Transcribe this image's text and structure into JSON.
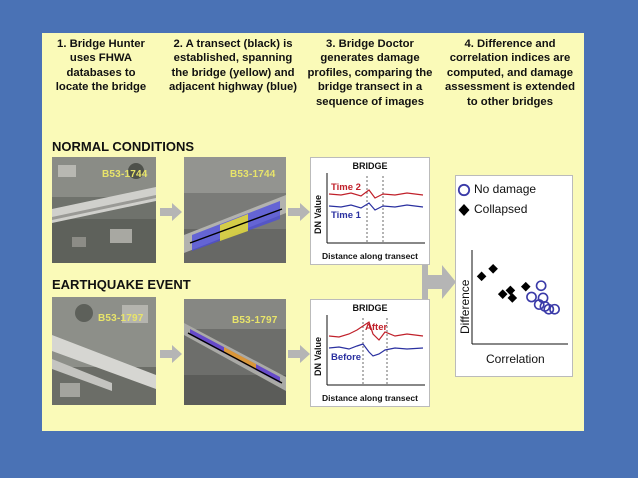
{
  "steps": [
    {
      "lines": [
        "1. Bridge Hunter",
        "uses FHWA",
        "databases to",
        "locate the bridge"
      ]
    },
    {
      "lines": [
        "2. A transect (black) is",
        "established, spanning",
        "the bridge (yellow) and",
        "adjacent highway (blue)"
      ]
    },
    {
      "lines": [
        "3. Bridge Doctor",
        "generates damage",
        "profiles, comparing the",
        "bridge transect in a",
        "sequence of images"
      ]
    },
    {
      "lines": [
        "4. Difference and",
        "correlation indices are",
        "computed, and damage",
        "assessment is extended",
        "to other bridges"
      ]
    }
  ],
  "rows": {
    "normal": {
      "title": "NORMAL CONDITIONS",
      "bridge_id": "B53-1744"
    },
    "earthquake": {
      "title": "EARTHQUAKE EVENT",
      "bridge_id": "B53-1797"
    }
  },
  "profiles": {
    "normal": {
      "title": "BRIDGE",
      "ylabel": "DN Value",
      "xlabel": "Distance along transect",
      "series_top": "Time 2",
      "series_bottom": "Time 1"
    },
    "earthquake": {
      "title": "BRIDGE",
      "ylabel": "DN Value",
      "xlabel": "Distance along transect",
      "series_top": "After",
      "series_bottom": "Before"
    }
  },
  "scatter": {
    "ylabel": "Difference",
    "xlabel": "Correlation",
    "legend": [
      {
        "label": "No damage",
        "marker": "open-circle"
      },
      {
        "label": "Collapsed",
        "marker": "filled-diamond"
      }
    ],
    "no_damage_points": [
      [
        0.72,
        0.62
      ],
      [
        0.62,
        0.5
      ],
      [
        0.74,
        0.49
      ],
      [
        0.7,
        0.42
      ],
      [
        0.76,
        0.4
      ],
      [
        0.8,
        0.37
      ],
      [
        0.86,
        0.37
      ]
    ],
    "collapsed_points": [
      [
        0.22,
        0.8
      ],
      [
        0.1,
        0.72
      ],
      [
        0.4,
        0.57
      ],
      [
        0.32,
        0.53
      ],
      [
        0.42,
        0.49
      ],
      [
        0.56,
        0.61
      ]
    ]
  },
  "colors": {
    "background": "#4a72b5",
    "slide": "#fafab8",
    "arrow": "#b5b5b5",
    "time2": "#c0202a",
    "time1": "#2a30a0",
    "no_damage": "#3a3aa8",
    "collapsed": "#000000"
  },
  "icons": {
    "arrow": "right-arrow-icon",
    "no_damage": "open-circle-icon",
    "collapsed": "filled-diamond-icon"
  }
}
